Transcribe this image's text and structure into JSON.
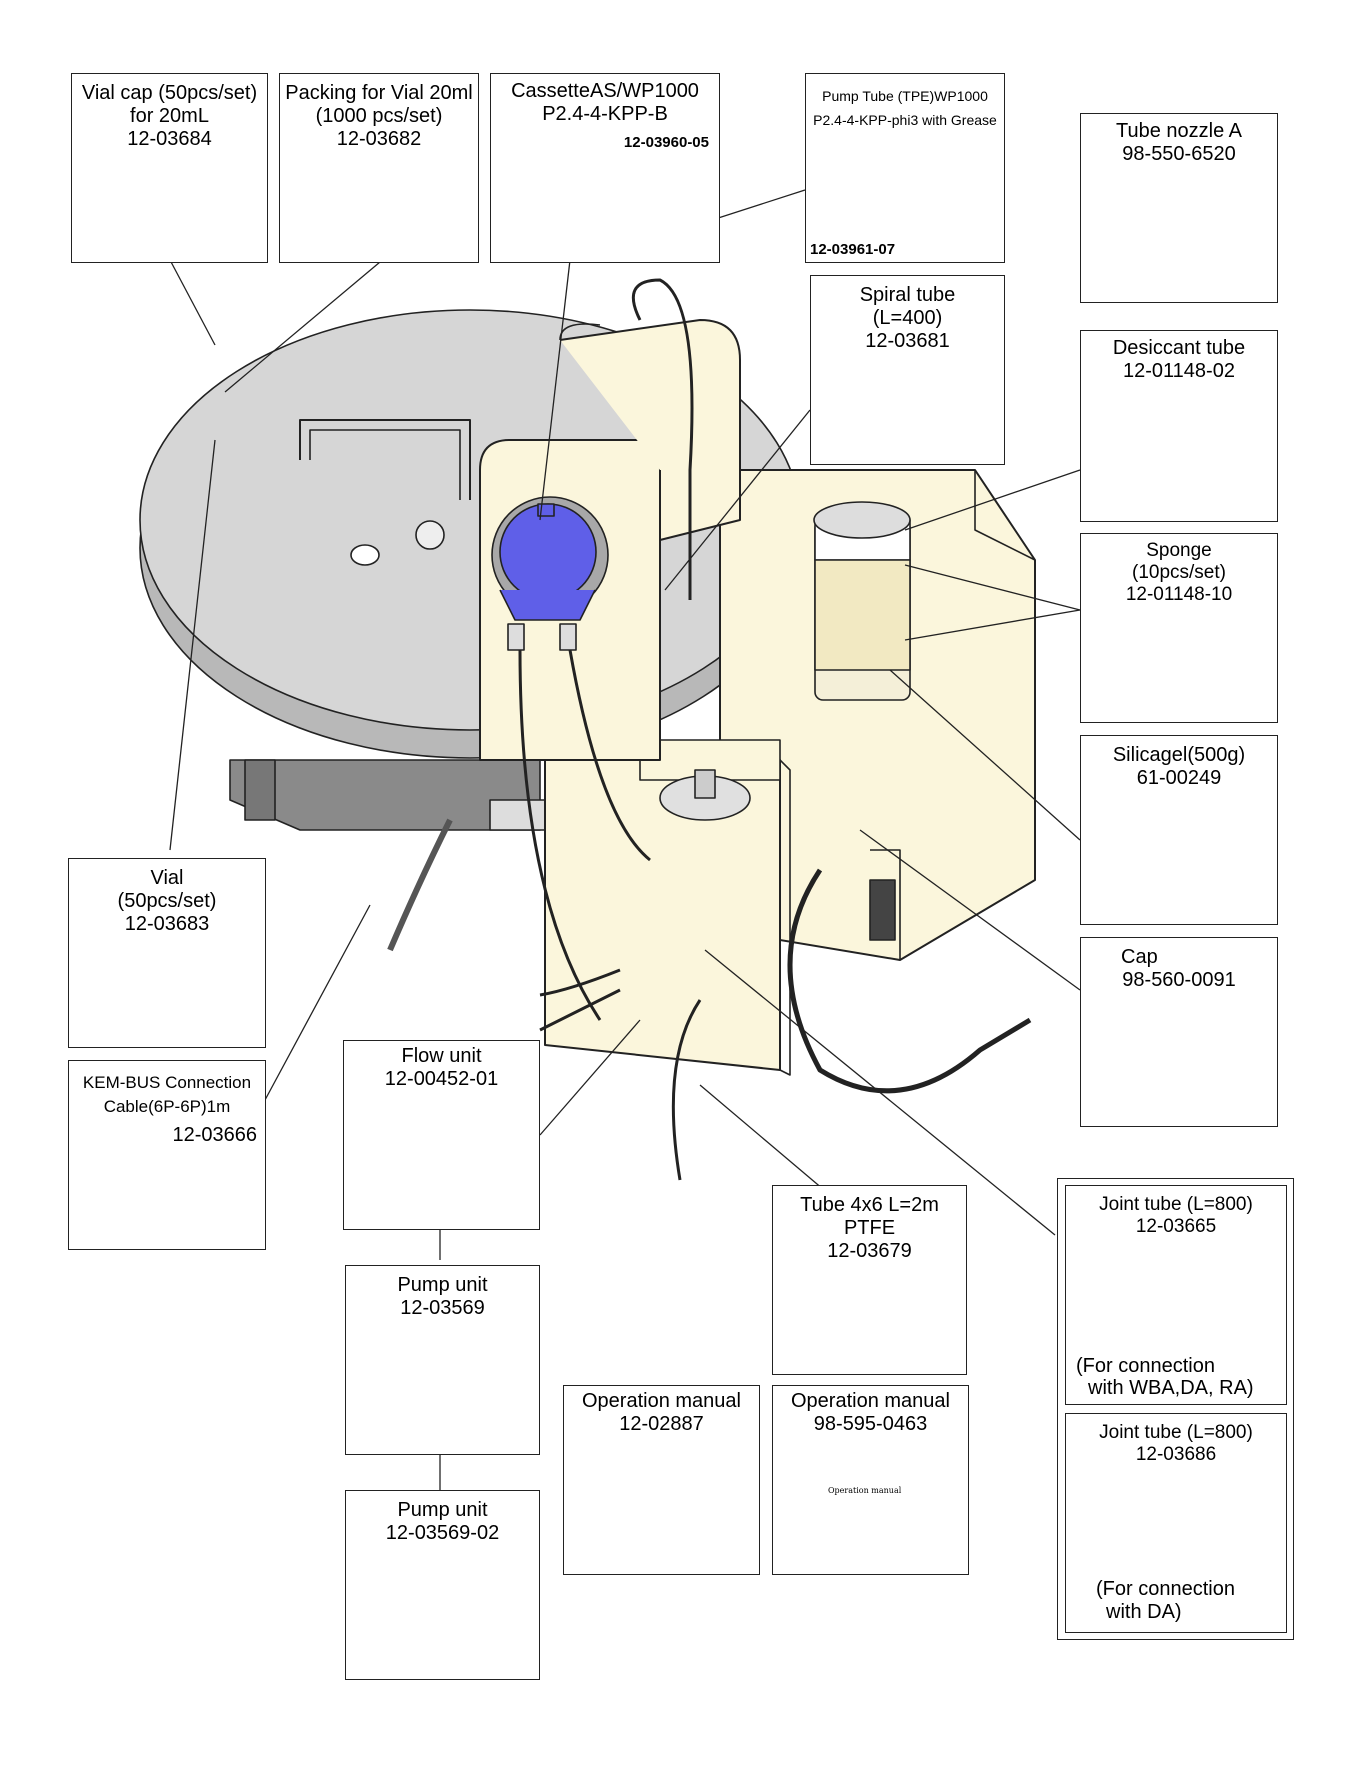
{
  "parts": {
    "vial_cap": [
      "Vial cap (50pcs/set)",
      "for 20mL",
      "12-03684"
    ],
    "packing": [
      "Packing for Vial 20ml",
      "(1000 pcs/set)",
      "12-03682"
    ],
    "cassette": [
      "CassetteAS/WP1000",
      "P2.4-4-KPP-B"
    ],
    "cassette_code": "12-03960-05",
    "pump_tube": [
      "Pump Tube (TPE)WP1000",
      "P2.4-4-KPP-phi3 with Grease"
    ],
    "pump_tube_code": "12-03961-07",
    "tube_nozzle": [
      "Tube nozzle A",
      "98-550-6520"
    ],
    "spiral_tube": [
      "Spiral tube",
      "(L=400)",
      "12-03681"
    ],
    "desiccant_tube": [
      "Desiccant tube",
      "12-01148-02"
    ],
    "sponge": [
      "Sponge",
      "(10pcs/set)",
      "12-01148-10"
    ],
    "silicagel": [
      "Silicagel(500g)",
      "61-00249"
    ],
    "cap": [
      "Cap",
      "98-560-0091"
    ],
    "vial": [
      "Vial",
      "(50pcs/set)",
      "12-03683"
    ],
    "kem_bus": [
      "KEM-BUS Connection",
      "Cable(6P-6P)1m"
    ],
    "kem_bus_code": "12-03666",
    "flow_unit": [
      "Flow unit",
      "12-00452-01"
    ],
    "pump_unit_1": [
      "Pump unit",
      "12-03569"
    ],
    "pump_unit_2": [
      "Pump unit",
      "12-03569-02"
    ],
    "tube_4x6": [
      "Tube 4x6 L=2m",
      "PTFE",
      "12-03679"
    ],
    "manual_cd": [
      "Operation manual",
      "12-02887"
    ],
    "manual_book": [
      "Operation manual",
      "98-595-0463"
    ],
    "manual_cover_text": "Operation manual",
    "joint_tube_1": [
      "Joint tube (L=800)",
      "12-03665"
    ],
    "joint_tube_1_note": [
      "(For connection",
      "with WBA,DA, RA)"
    ],
    "joint_tube_2": [
      "Joint tube (L=800)",
      "12-03686"
    ],
    "joint_tube_2_note": [
      "(For connection",
      "with DA)"
    ]
  },
  "colors": {
    "unit_body": "#fbf6dc",
    "cassette_blue": "#5f5fe8",
    "outline": "#222222",
    "tray": "#d4d4d4"
  }
}
